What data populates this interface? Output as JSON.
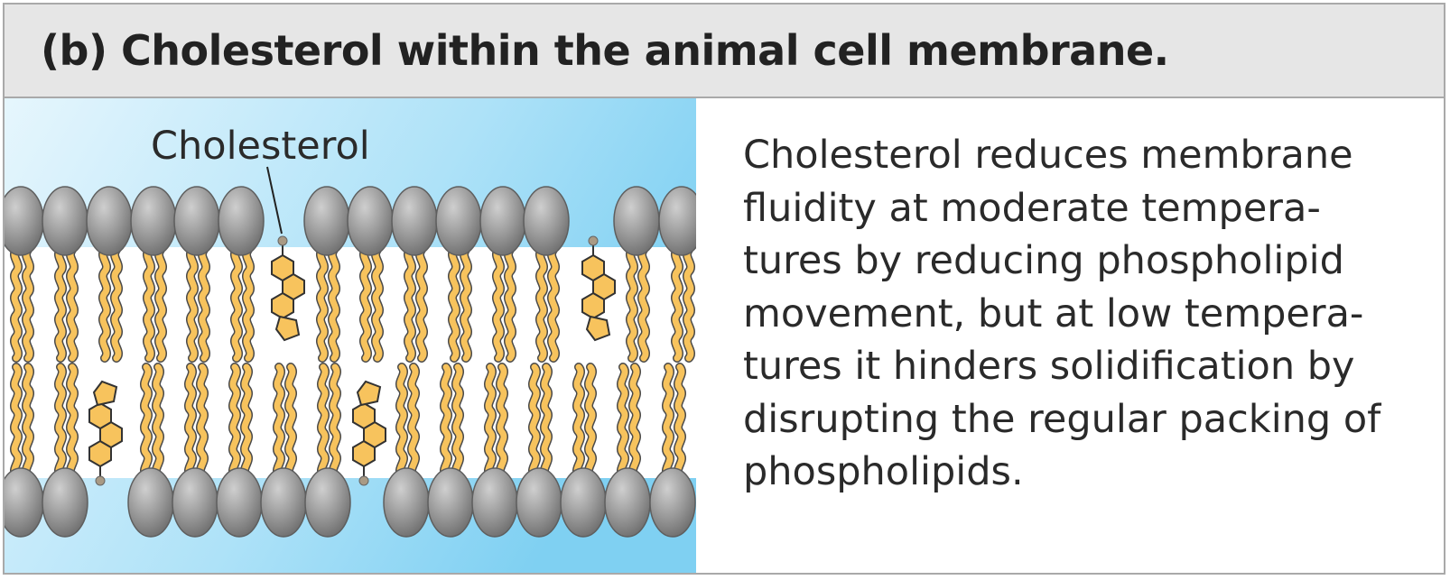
{
  "header": {
    "title": "(b) Cholesterol within the animal cell membrane."
  },
  "diagram": {
    "cholesterol_label": "Cholesterol"
  },
  "caption": {
    "lines": [
      "Cholesterol reduces membrane",
      "fluidity at moderate tempera-",
      "tures by reducing phospholipid",
      "movement, but at low tempera-",
      "tures it hinders solidification by",
      "disrupting the regular packing of",
      "phospholipids."
    ]
  },
  "colors": {
    "header_bg": "#e6e6e6",
    "tail": "#f7c35d",
    "head": "#8a8a8a",
    "water": "#7fd0f2"
  }
}
